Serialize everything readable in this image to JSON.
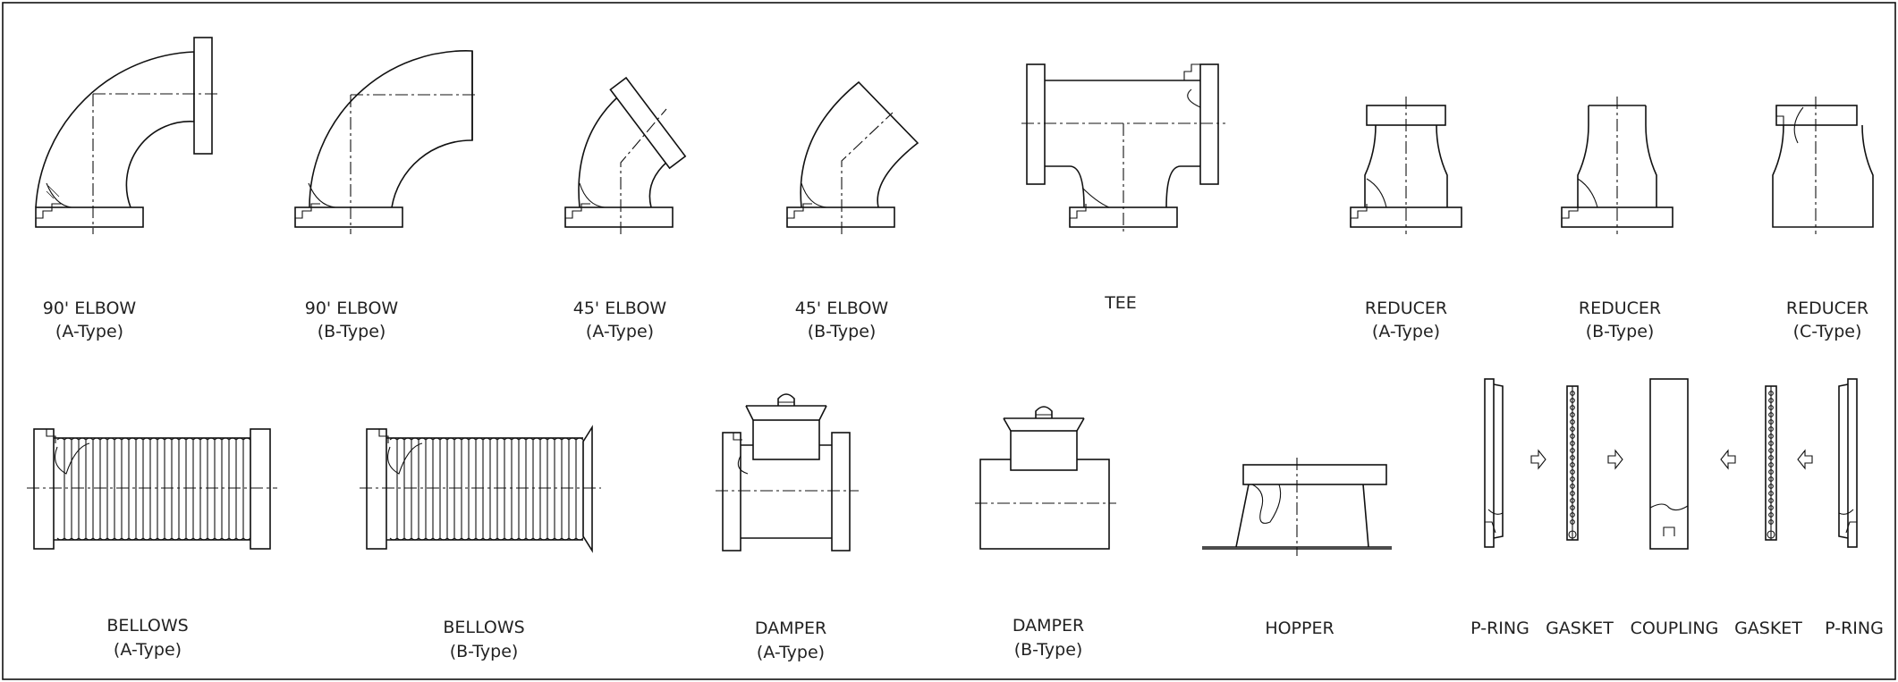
{
  "components": [
    {
      "name": "90' ELBOW",
      "type": "(A-Type)"
    },
    {
      "name": "90' ELBOW",
      "type": "(B-Type)"
    },
    {
      "name": "45' ELBOW",
      "type": "(A-Type)"
    },
    {
      "name": "45' ELBOW",
      "type": "(B-Type)"
    },
    {
      "name": "TEE",
      "type": ""
    },
    {
      "name": "REDUCER",
      "type": "(A-Type)"
    },
    {
      "name": "REDUCER",
      "type": "(B-Type)"
    },
    {
      "name": "REDUCER",
      "type": "(C-Type)"
    },
    {
      "name": "BELLOWS",
      "type": "(A-Type)"
    },
    {
      "name": "BELLOWS",
      "type": "(B-Type)"
    },
    {
      "name": "DAMPER",
      "type": "(A-Type)"
    },
    {
      "name": "DAMPER",
      "type": "(B-Type)"
    },
    {
      "name": "HOPPER",
      "type": ""
    }
  ],
  "assembly_labels": [
    "P-RING",
    "GASKET",
    "COUPLING",
    "GASKET",
    "P-RING"
  ]
}
